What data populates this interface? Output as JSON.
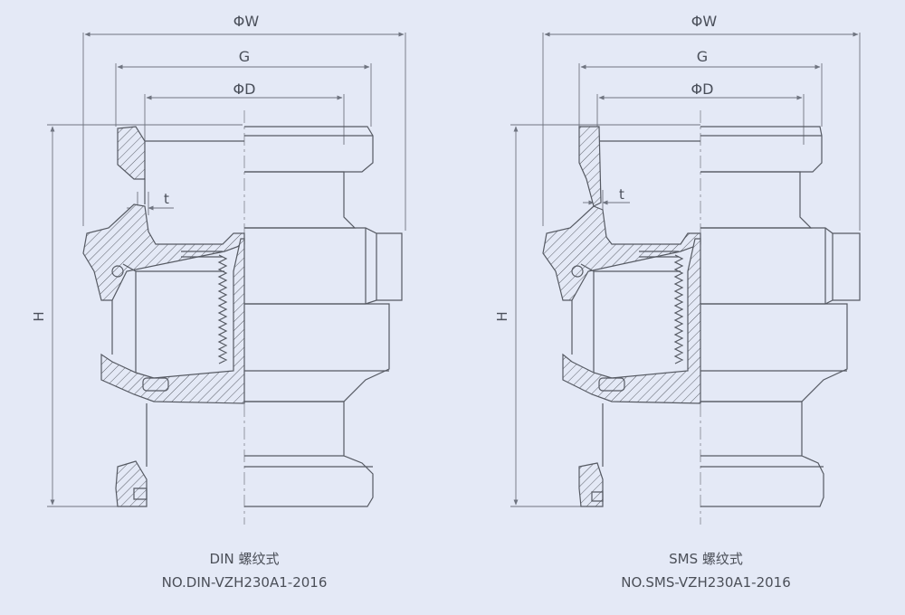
{
  "dimensions": {
    "outer_diameter": "ΦW",
    "thread": "G",
    "inner_diameter": "ΦD",
    "thickness": "t",
    "height": "H"
  },
  "views": [
    {
      "title": "DIN 螺纹式",
      "code": "NO.DIN-VZH230A1-2016"
    },
    {
      "title": "SMS 螺纹式",
      "code": "NO.SMS-VZH230A1-2016"
    }
  ],
  "colors": {
    "background": "#e4e9f6",
    "line": "#565a63",
    "dimension_line": "#6f7480",
    "hatch": "#5b5f68",
    "centerline": "#8a8f99"
  }
}
